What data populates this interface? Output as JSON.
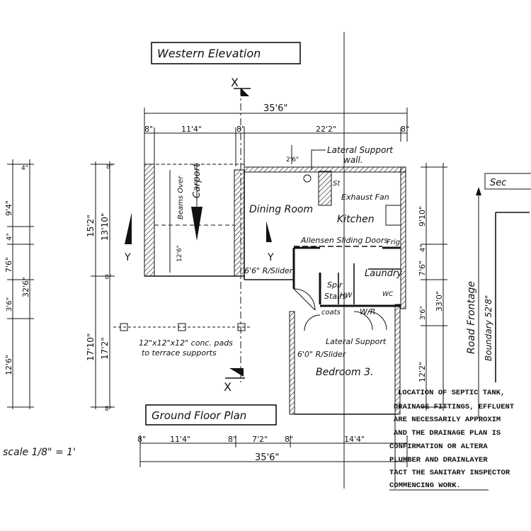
{
  "titles": {
    "western_elevation": "Western Elevation",
    "ground_floor_plan": "Ground Floor Plan",
    "scale": "scale 1/8\" = 1'",
    "section_cut": "Sec"
  },
  "section_markers": {
    "x": "X",
    "y": "Y"
  },
  "dimensions": {
    "overall_top": "35'6\"",
    "top_8a": "8\"",
    "top_11_4": "11'4\"",
    "top_8b": "8\"",
    "top_22_2": "22'2\"",
    "top_8c": "8\"",
    "small_2_6": "2'6\"",
    "left_15_2": "15'2\"",
    "left_13_10": "13'10\"",
    "left_17_10": "17'10\"",
    "left_17_2": "17'2\"",
    "left_8a": "8\"",
    "left_8b": "8\"",
    "left_8c": "8\"",
    "carport_12_6": "12'6\"",
    "far_9_4": "9'4\"",
    "far_4": "4\"",
    "far_7_6": "7'6\"",
    "far_3_6": "3'6\"",
    "far_12_6": "12'6\"",
    "far_32_6": "32'6\"",
    "far_4b": "4\"",
    "right_9_10": "9'10\"",
    "right_4": "4\"",
    "right_7_6": "7'6\"",
    "right_3_6": "3'6\"",
    "right_12_2": "12'2\"",
    "right_33_0": "33'0\"",
    "bot_8a": "8\"",
    "bot_11_4": "11'4\"",
    "bot_8b": "8\"",
    "bot_7_2": "7'2\"",
    "bot_8c": "8\"",
    "bot_14_4": "14'4\"",
    "overall_bottom": "35'6\""
  },
  "rooms": {
    "carport": "Carport",
    "beams_over": "Beams Over",
    "dining_room": "Dining Room",
    "kitchen": "Kitchen",
    "exhaust_fan": "Exhaust Fan",
    "laundry": "Laundry",
    "spiral_stairs_1": "Spir",
    "spiral_stairs_2": "Stairs",
    "hw": "HW",
    "wc": "WC",
    "coats": "coats",
    "wr": "W/R",
    "bedroom_3": "Bedroom 3.",
    "frig": "Frig",
    "st": "St"
  },
  "notes": {
    "lateral_support_wall_1": "Lateral Support",
    "lateral_support_wall_2": "wall.",
    "allensen_doors": "Allensen Sliding Doors",
    "slider_dining": "6'6\" R/Slider",
    "slider_bedroom": "6'0\" R/Slider",
    "lateral_support_2": "Lateral Support",
    "conc_pads_1": "12\"x12\"x12\" conc. pads",
    "conc_pads_2": "to terrace supports"
  },
  "site": {
    "road_frontage": "Road Frontage",
    "boundary": "Boundary 52'8\""
  },
  "septic_note": [
    "LOCATION OF SEPTIC TANK,",
    "DRAINAGE FITTINGS, EFFLUENT",
    "ARE NECESSARILY APPROXIM",
    "AND THE DRAINAGE PLAN IS",
    "CONFIRMATION OR ALTERA",
    "PLUMBER AND DRAINLAYER",
    "TACT THE SANITARY INSPECTOR",
    "COMMENCING WORK."
  ]
}
